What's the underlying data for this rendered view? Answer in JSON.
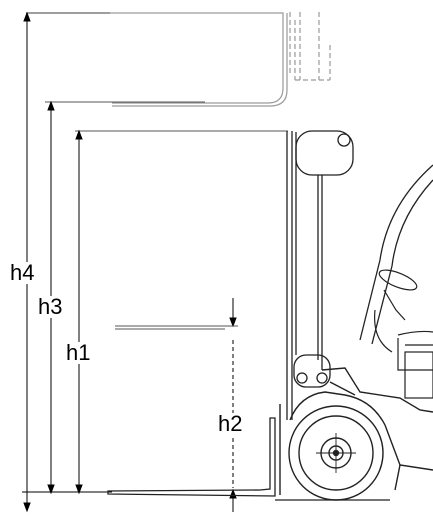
{
  "diagram": {
    "labels": {
      "h4": "h4",
      "h3": "h3",
      "h1": "h1",
      "h2": "h2"
    },
    "colors": {
      "line": "#222222",
      "dimension_line": "#000000",
      "ghost_line": "#9a9a9a",
      "background": "#ffffff"
    }
  }
}
